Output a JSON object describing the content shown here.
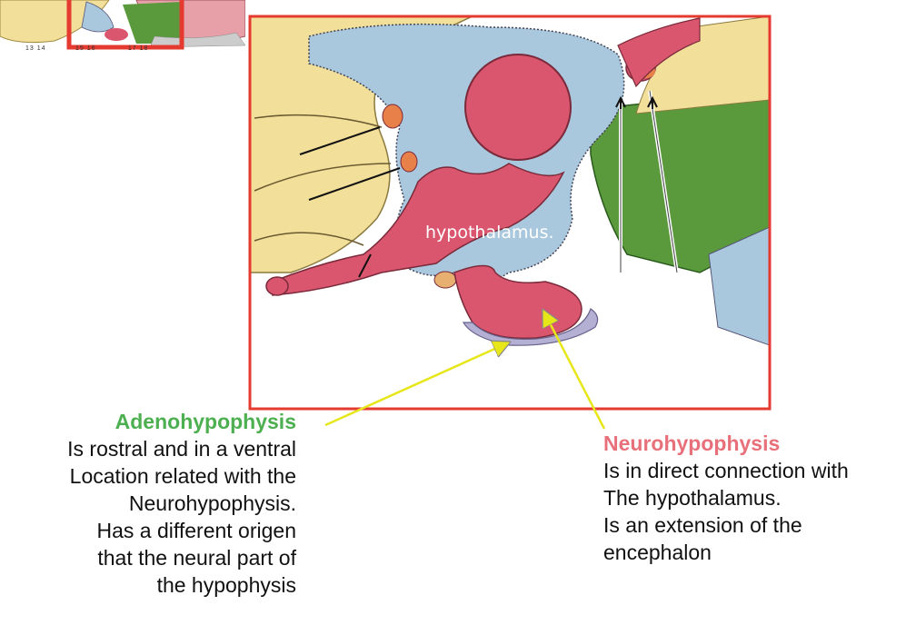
{
  "inset_label": "hypothalamus.",
  "thumbnail": {
    "numbers": [
      "13",
      "14",
      "15",
      "16",
      "17",
      "18"
    ]
  },
  "adenohypophysis": {
    "title": "Adenohypophysis",
    "lines": [
      "Is rostral and in a ventral",
      "Location related with the",
      "Neurohypophysis.",
      "Has a different origen",
      "that the neural part of",
      "the hypophysis"
    ]
  },
  "neurohypophysis": {
    "title": "Neurohypophysis",
    "lines": [
      "Is in direct connection with",
      "The hypothalamus.",
      "Is an extension of the",
      "encephalon"
    ]
  },
  "colors": {
    "highlight_box": "#e53a2f",
    "adeno_title": "#4caf50",
    "neuro_title": "#e8707a",
    "pointer": "#e6e619",
    "tissue_pink": "#d9566e",
    "tissue_blue": "#a9c8de",
    "tissue_yellow": "#f2df9a",
    "tissue_green": "#5a9a3c"
  }
}
